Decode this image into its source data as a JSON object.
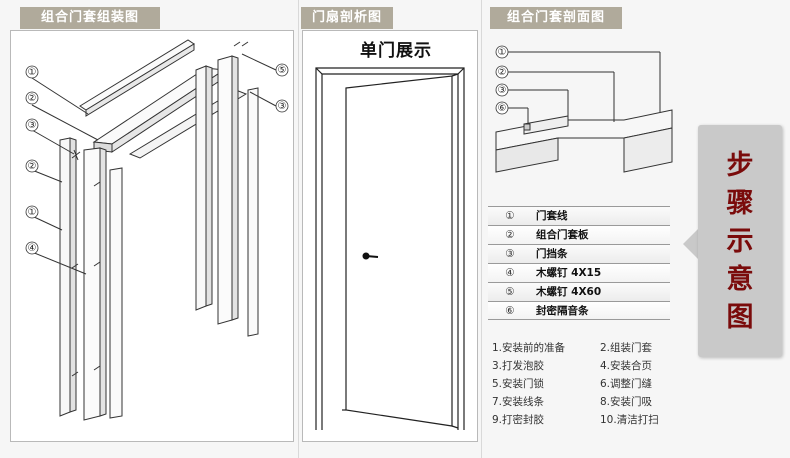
{
  "tabs": {
    "assembly": "组合门套组装图",
    "leaf": "门扇剖析图",
    "section": "组合门套剖面图"
  },
  "leaf_title": "单门展示",
  "assembly_callouts": [
    "①",
    "②",
    "③",
    "②",
    "①",
    "④",
    "⑤",
    "③"
  ],
  "section_callouts": [
    "①",
    "②",
    "③",
    "⑥"
  ],
  "parts": [
    {
      "num": "①",
      "name": "门套线"
    },
    {
      "num": "②",
      "name": "组合门套板"
    },
    {
      "num": "③",
      "name": "门挡条"
    },
    {
      "num": "④",
      "name": "木螺钉 4X15"
    },
    {
      "num": "⑤",
      "name": "木螺钉 4X60"
    },
    {
      "num": "⑥",
      "name": "封密隔音条"
    }
  ],
  "steps": [
    [
      "1.安装前的准备",
      "2.组装门套"
    ],
    [
      "3.打发泡胶",
      "4.安装合页"
    ],
    [
      "5.安装门锁",
      "6.调整门缝"
    ],
    [
      "7.安装线条",
      "8.安装门吸"
    ],
    [
      "9.打密封胶",
      "10.清洁打扫"
    ]
  ],
  "side_label": [
    "步",
    "骤",
    "示",
    "意",
    "图"
  ],
  "colors": {
    "tab": "#b0aa9b",
    "side_text": "#7a0b0b",
    "side_box": "#c9c9c9"
  }
}
